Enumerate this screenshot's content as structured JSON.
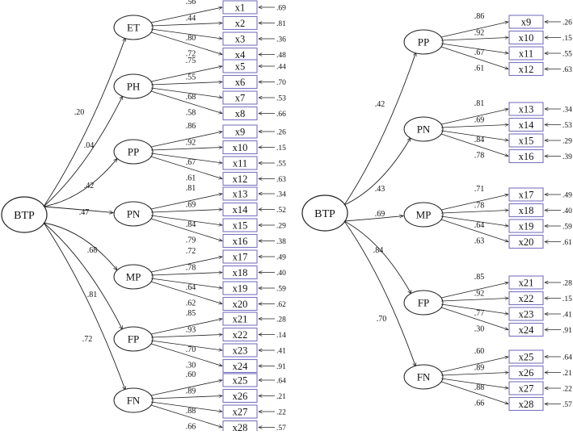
{
  "diagrams": [
    {
      "root": "BTP",
      "factors": [
        {
          "name": "ET",
          "path": ".20",
          "items": [
            [
              "x1",
              ".56",
              ".69"
            ],
            [
              "x2",
              ".44",
              ".81"
            ],
            [
              "x3",
              ".80",
              ".36"
            ],
            [
              "x4",
              ".72",
              ".48"
            ]
          ]
        },
        {
          "name": "PH",
          "path": ".04",
          "items": [
            [
              "x5",
              ".75",
              ".44"
            ],
            [
              "x6",
              ".55",
              ".70"
            ],
            [
              "x7",
              ".68",
              ".53"
            ],
            [
              "x8",
              ".58",
              ".66"
            ]
          ]
        },
        {
          "name": "PP",
          "path": ".42",
          "items": [
            [
              "x9",
              ".86",
              ".26"
            ],
            [
              "x10",
              ".92",
              ".15"
            ],
            [
              "x11",
              ".67",
              ".55"
            ],
            [
              "x12",
              ".61",
              ".63"
            ]
          ]
        },
        {
          "name": "PN",
          "path": ".47",
          "items": [
            [
              "x13",
              ".81",
              ".34"
            ],
            [
              "x14",
              ".69",
              ".52"
            ],
            [
              "x15",
              ".84",
              ".29"
            ],
            [
              "x16",
              ".79",
              ".38"
            ]
          ]
        },
        {
          "name": "MP",
          "path": ".68",
          "items": [
            [
              "x17",
              ".72",
              ".49"
            ],
            [
              "x18",
              ".78",
              ".40"
            ],
            [
              "x19",
              ".64",
              ".59"
            ],
            [
              "x20",
              ".62",
              ".62"
            ]
          ]
        },
        {
          "name": "FP",
          "path": ".81",
          "items": [
            [
              "x21",
              ".85",
              ".28"
            ],
            [
              "x22",
              ".93",
              ".14"
            ],
            [
              "x23",
              ".70",
              ".41"
            ],
            [
              "x24",
              ".30",
              ".91"
            ]
          ]
        },
        {
          "name": "FN",
          "path": ".72",
          "items": [
            [
              "x25",
              ".60",
              ".64"
            ],
            [
              "x26",
              ".89",
              ".21"
            ],
            [
              "x27",
              ".88",
              ".22"
            ],
            [
              "x28",
              ".66",
              ".57"
            ]
          ]
        }
      ]
    },
    {
      "root": "BTP",
      "factors": [
        {
          "name": "PP",
          "path": ".42",
          "items": [
            [
              "x9",
              ".86",
              ".26"
            ],
            [
              "x10",
              ".92",
              ".15"
            ],
            [
              "x11",
              ".67",
              ".55"
            ],
            [
              "x12",
              ".61",
              ".63"
            ]
          ]
        },
        {
          "name": "PN",
          "path": ".43",
          "items": [
            [
              "x13",
              ".81",
              ".34"
            ],
            [
              "x14",
              ".69",
              ".53"
            ],
            [
              "x15",
              ".84",
              ".29"
            ],
            [
              "x16",
              ".78",
              ".39"
            ]
          ]
        },
        {
          "name": "MP",
          "path": ".69",
          "items": [
            [
              "x17",
              ".71",
              ".49"
            ],
            [
              "x18",
              ".78",
              ".40"
            ],
            [
              "x19",
              ".64",
              ".59"
            ],
            [
              "x20",
              ".63",
              ".61"
            ]
          ]
        },
        {
          "name": "FP",
          "path": ".84",
          "items": [
            [
              "x21",
              ".85",
              ".28"
            ],
            [
              "x22",
              ".92",
              ".15"
            ],
            [
              "x23",
              ".77",
              ".41"
            ],
            [
              "x24",
              ".30",
              ".91"
            ]
          ]
        },
        {
          "name": "FN",
          "path": ".70",
          "items": [
            [
              "x25",
              ".60",
              ".64"
            ],
            [
              "x26",
              ".89",
              ".21"
            ],
            [
              "x27",
              ".88",
              ".22"
            ],
            [
              "x28",
              ".66",
              ".57"
            ]
          ]
        }
      ]
    }
  ],
  "colors": {
    "box_border": "#7a74c0",
    "line": "#222222"
  }
}
